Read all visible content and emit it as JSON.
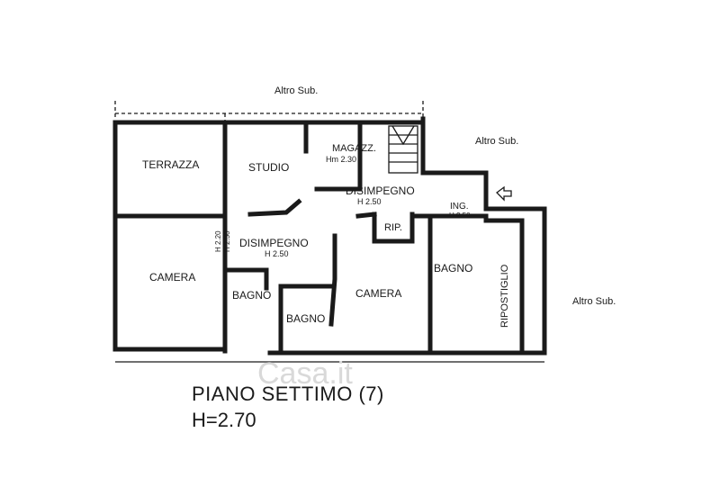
{
  "rooms": {
    "terrazza": "TERRAZZA",
    "studio": "STUDIO",
    "magazzino": "MAGAZZ.",
    "magazzino_height": "Hm 2.30",
    "disimpegno_top": "DISIMPEGNO",
    "disimpegno_top_height": "H 2.50",
    "disimpegno_left": "DISIMPEGNO",
    "disimpegno_left_height": "H 2.50",
    "ripostiglio_small": "RIP.",
    "ingresso": "ING.",
    "ingresso_height": "H 2.50",
    "camera_left": "CAMERA",
    "camera_center": "CAMERA",
    "bagno_left": "BAGNO",
    "bagno_center": "BAGNO",
    "bagno_right": "BAGNO",
    "ripostiglio": "RIPOSTIGLIO",
    "wall_height_left": "H 2.20",
    "wall_height_right": "H 2.50"
  },
  "neighbors": {
    "top": "Altro Sub.",
    "right_top": "Altro Sub.",
    "right": "Altro Sub."
  },
  "footer": {
    "floor_label": "PIANO SETTIMO (7)",
    "height_label": "H=2.70"
  },
  "watermark": "Casa.it"
}
